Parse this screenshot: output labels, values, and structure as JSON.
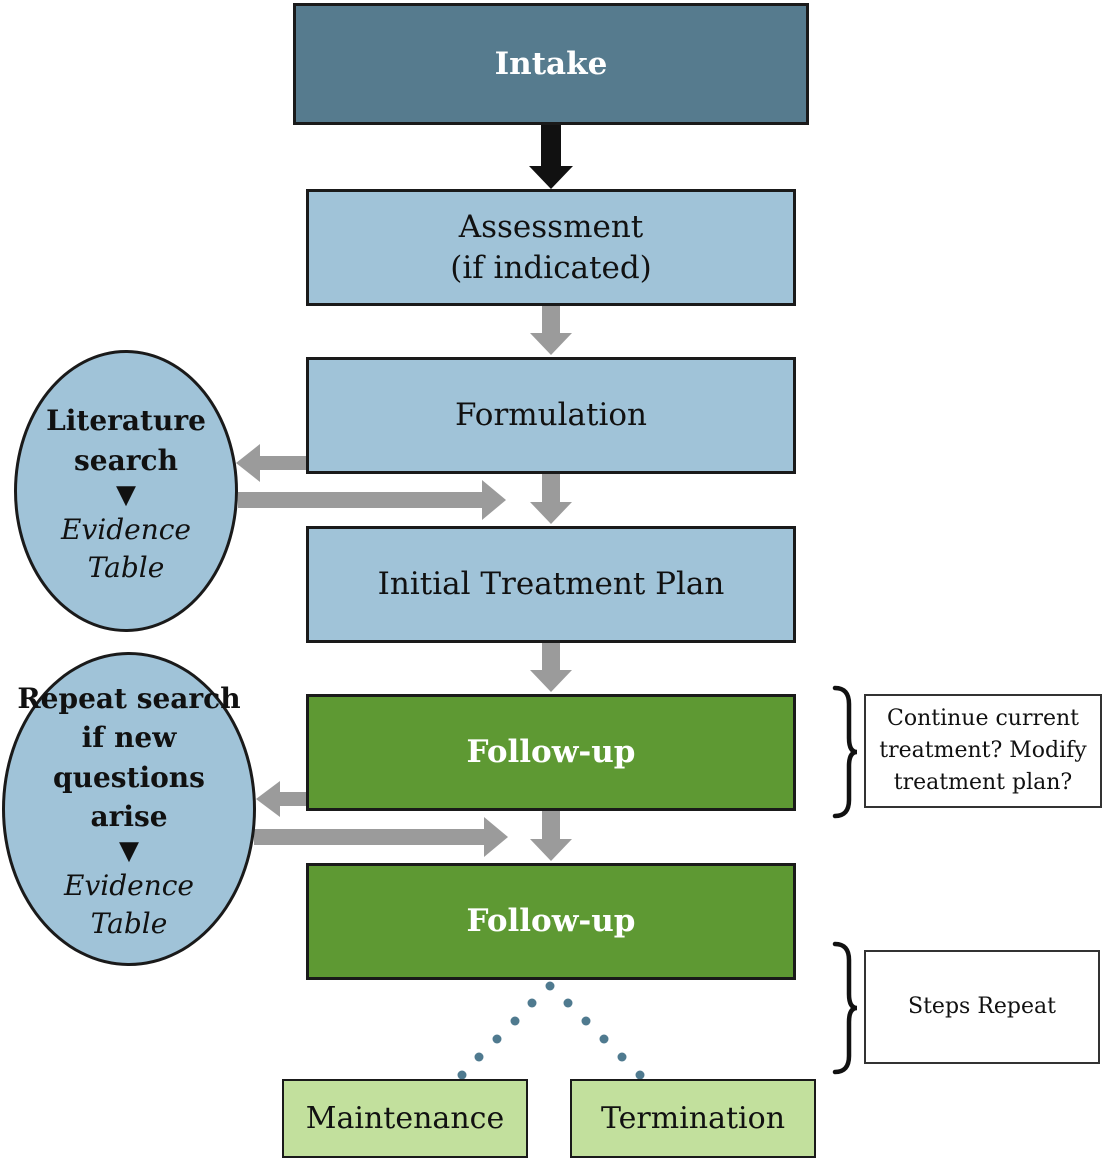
{
  "intake": "Intake",
  "assessment": [
    "Assessment",
    "(if indicated)"
  ],
  "formulation": "Formulation",
  "initial_plan": "Initial Treatment Plan",
  "followup_1": "Follow-up",
  "followup_2": "Follow-up",
  "maintenance": "Maintenance",
  "termination": "Termination",
  "literature_search": {
    "title": [
      "Literature",
      "search"
    ],
    "marker": "▼",
    "result": [
      "Evidence",
      "Table"
    ]
  },
  "repeat_search": {
    "title": [
      "Repeat search",
      "if new questions",
      "arise"
    ],
    "marker": "▼",
    "result": [
      "Evidence",
      "Table"
    ]
  },
  "note_continue": [
    "Continue current",
    "treatment? Modify",
    "treatment plan?"
  ],
  "note_steps": "Steps Repeat",
  "colors": {
    "intake": "#567b8e",
    "blue_step": "#a0c3d8",
    "followup": "#5e9933",
    "outcome": "#c2e09d",
    "gray_arrow": "#9b9b9b",
    "dots": "#4f7a8f"
  }
}
